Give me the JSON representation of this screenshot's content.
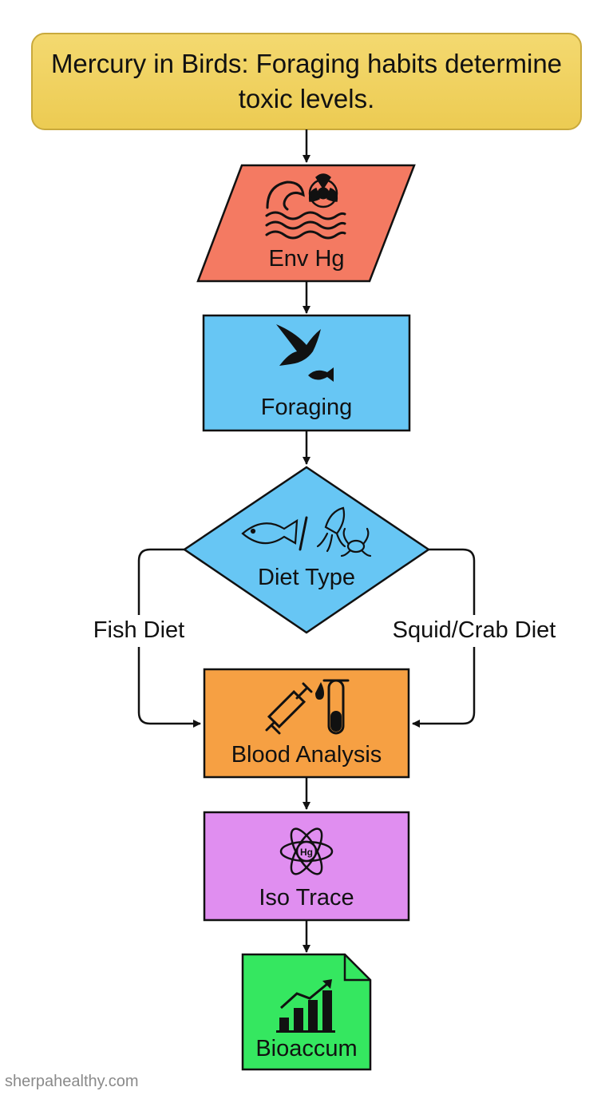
{
  "title": "Mercury in Birds: Foraging habits determine toxic levels.",
  "nodes": {
    "env_hg": {
      "label": "Env Hg",
      "shape": "parallelogram",
      "icon": "water-biohazard-icon",
      "color": "#f47a62"
    },
    "foraging": {
      "label": "Foraging",
      "shape": "rectangle",
      "icon": "bird-fish-icon",
      "color": "#67c6f4"
    },
    "diet_type": {
      "label": "Diet Type",
      "shape": "diamond",
      "icon": "fish-squid-crab-icon",
      "color": "#67c6f4"
    },
    "blood_analysis": {
      "label": "Blood Analysis",
      "shape": "rectangle",
      "icon": "syringe-test-tube-icon",
      "color": "#f6a043"
    },
    "iso_trace": {
      "label": "Iso Trace",
      "shape": "rectangle",
      "icon": "atom-hg-icon",
      "color": "#e08ef0"
    },
    "bioaccum": {
      "label": "Bioaccum",
      "shape": "document",
      "icon": "bar-chart-up-icon",
      "color": "#35e760"
    }
  },
  "icon_text": {
    "atom_symbol": "Hg"
  },
  "branches": {
    "left": "Fish Diet",
    "right": "Squid/Crab Diet"
  },
  "title_color": "#f2d160",
  "watermark": "sherpahealthy.com"
}
